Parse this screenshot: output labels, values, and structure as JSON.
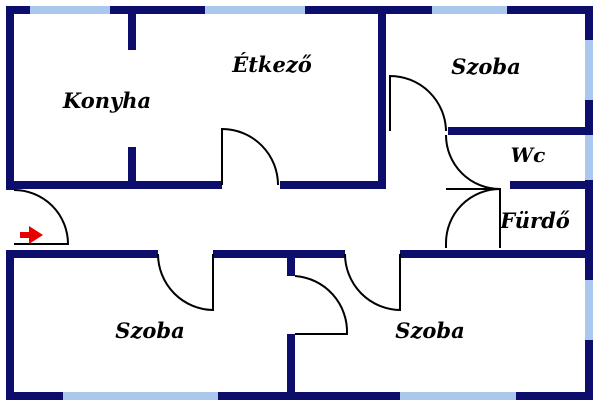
{
  "colors": {
    "wall": "#0d0d6b",
    "window": "#a9c8ec",
    "door_line": "#000000",
    "entrance_arrow": "#e60000",
    "background": "#ffffff"
  },
  "icons": {
    "entrance": "red-arrow-right"
  },
  "rooms": {
    "kitchen": "Konyha",
    "dining": "Étkező",
    "room_top_right": "Szoba",
    "toilet": "Wc",
    "bathroom": "Fürdő",
    "room_bottom_left": "Szoba",
    "room_bottom_right": "Szoba"
  }
}
